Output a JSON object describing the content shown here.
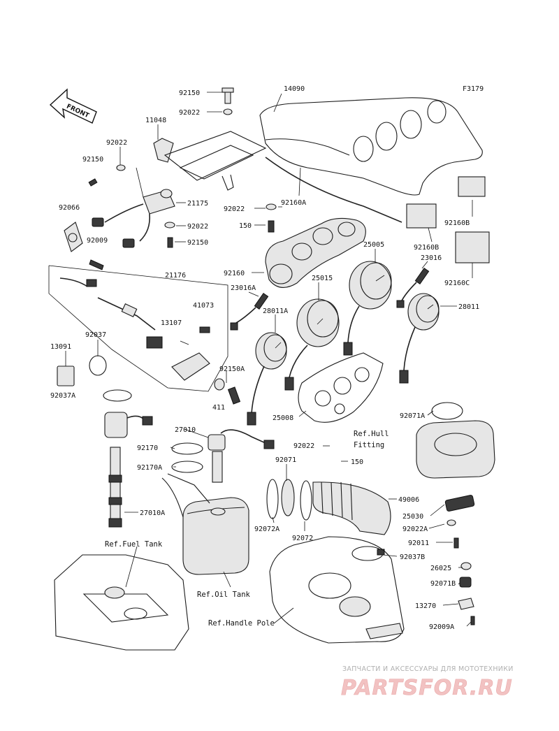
{
  "figure_code": "F3179",
  "front_label": "FRONT",
  "part_numbers": {
    "p14090": "14090",
    "p92150_top": "92150",
    "p92022_top": "92022",
    "p11048": "11048",
    "p92022_left": "92022",
    "p92150_left": "92150",
    "p21175": "21175",
    "p92022_mid": "92022",
    "p92150_mid": "92150",
    "p92066": "92066",
    "p92009": "92009",
    "p92022_hood": "92022",
    "p92160A": "92160A",
    "p150_top": "150",
    "p92160B_top": "92160B",
    "p92160B": "92160B",
    "p92160C": "92160C",
    "p25005": "25005",
    "p23016": "23016",
    "p92160": "92160",
    "p21176": "21176",
    "p41073": "41073",
    "p13107": "13107",
    "p23016A": "23016A",
    "p25015": "25015",
    "p28011": "28011",
    "p28011A": "28011A",
    "p92037": "92037",
    "p13091": "13091",
    "p92037A": "92037A",
    "p92150A": "92150A",
    "p411": "411",
    "p25008": "25008",
    "p92071A": "92071A",
    "p27010": "27010",
    "p92170": "92170",
    "p92170A": "92170A",
    "p92022_low": "92022",
    "p150_low": "150",
    "p92071": "92071",
    "p27010A": "27010A",
    "p49006": "49006",
    "p25030": "25030",
    "p92022A": "92022A",
    "p92072A": "92072A",
    "p92072": "92072",
    "p92011": "92011",
    "p92037B": "92037B",
    "p26025": "26025",
    "p92071B": "92071B",
    "p13270": "13270",
    "p92009A": "92009A"
  },
  "references": {
    "hull_fitting_1": "Ref.Hull",
    "hull_fitting_2": "Fitting",
    "fuel_tank": "Ref.Fuel Tank",
    "oil_tank": "Ref.Oil Tank",
    "handle_pole": "Ref.Handle Pole"
  },
  "watermark": {
    "line1": "ЗАПЧАСТИ И АКСЕССУАРЫ ДЛЯ МОТОТЕХНИКИ",
    "line2": "PARTSFOR.RU"
  }
}
